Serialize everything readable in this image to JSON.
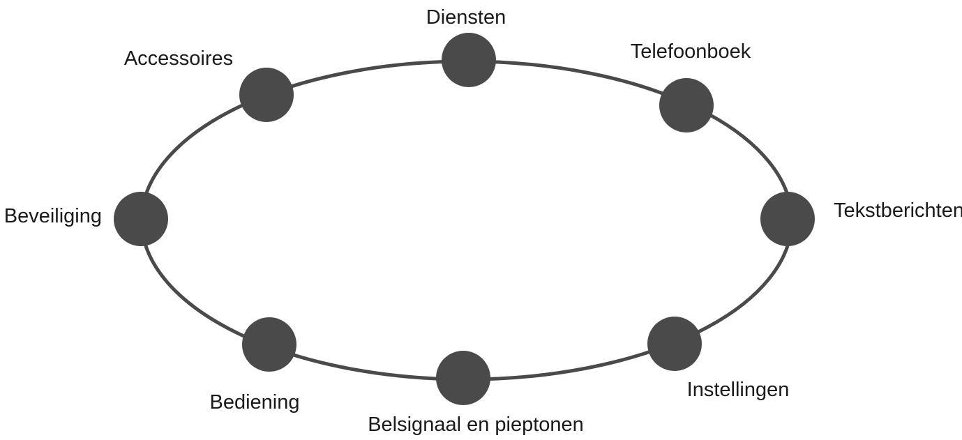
{
  "diagram": {
    "nodes": [
      {
        "id": "diensten",
        "label": "Diensten"
      },
      {
        "id": "telefoonboek",
        "label": "Telefoonboek"
      },
      {
        "id": "tekstberichten",
        "label": "Tekstberichten"
      },
      {
        "id": "instellingen",
        "label": "Instellingen"
      },
      {
        "id": "belsignaal",
        "label": "Belsignaal en pieptonen"
      },
      {
        "id": "bediening",
        "label": "Bediening"
      },
      {
        "id": "beveiliging",
        "label": "Beveiliging"
      },
      {
        "id": "accessoires",
        "label": "Accessoires"
      }
    ],
    "colors": {
      "node": "#4a4a4a",
      "ring": "#4a4a4a",
      "text": "#1a1a1a"
    }
  }
}
